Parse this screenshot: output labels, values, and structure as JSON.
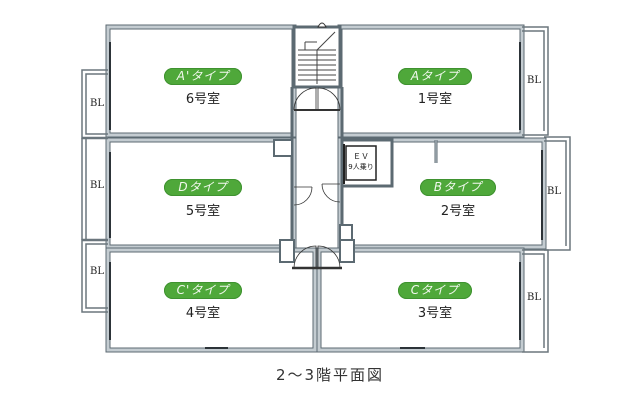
{
  "title": "2～3階平面図",
  "colors": {
    "wall_fill": "#b9c2c8",
    "wall_stroke": "#5c6a72",
    "type_badge": "#4fa83a",
    "type_badge_text": "#f2f8ee"
  },
  "rooms": [
    {
      "id": "room-6",
      "type_label": "A'タイプ",
      "number_label": "6号室"
    },
    {
      "id": "room-1",
      "type_label": "Aタイプ",
      "number_label": "1号室"
    },
    {
      "id": "room-5",
      "type_label": "Dタイプ",
      "number_label": "5号室"
    },
    {
      "id": "room-2",
      "type_label": "Bタイプ",
      "number_label": "2号室"
    },
    {
      "id": "room-4",
      "type_label": "C'タイプ",
      "number_label": "4号室"
    },
    {
      "id": "room-3",
      "type_label": "Cタイプ",
      "number_label": "3号室"
    }
  ],
  "balconies": [
    {
      "id": "bl-left-top",
      "label": "BL"
    },
    {
      "id": "bl-left-mid",
      "label": "BL"
    },
    {
      "id": "bl-left-bottom",
      "label": "BL"
    },
    {
      "id": "bl-right-top",
      "label": "BL"
    },
    {
      "id": "bl-right-mid",
      "label": "BL"
    },
    {
      "id": "bl-right-bottom",
      "label": "BL"
    }
  ],
  "elevator": {
    "label": "ＥＶ",
    "capacity": "9人乗り"
  }
}
